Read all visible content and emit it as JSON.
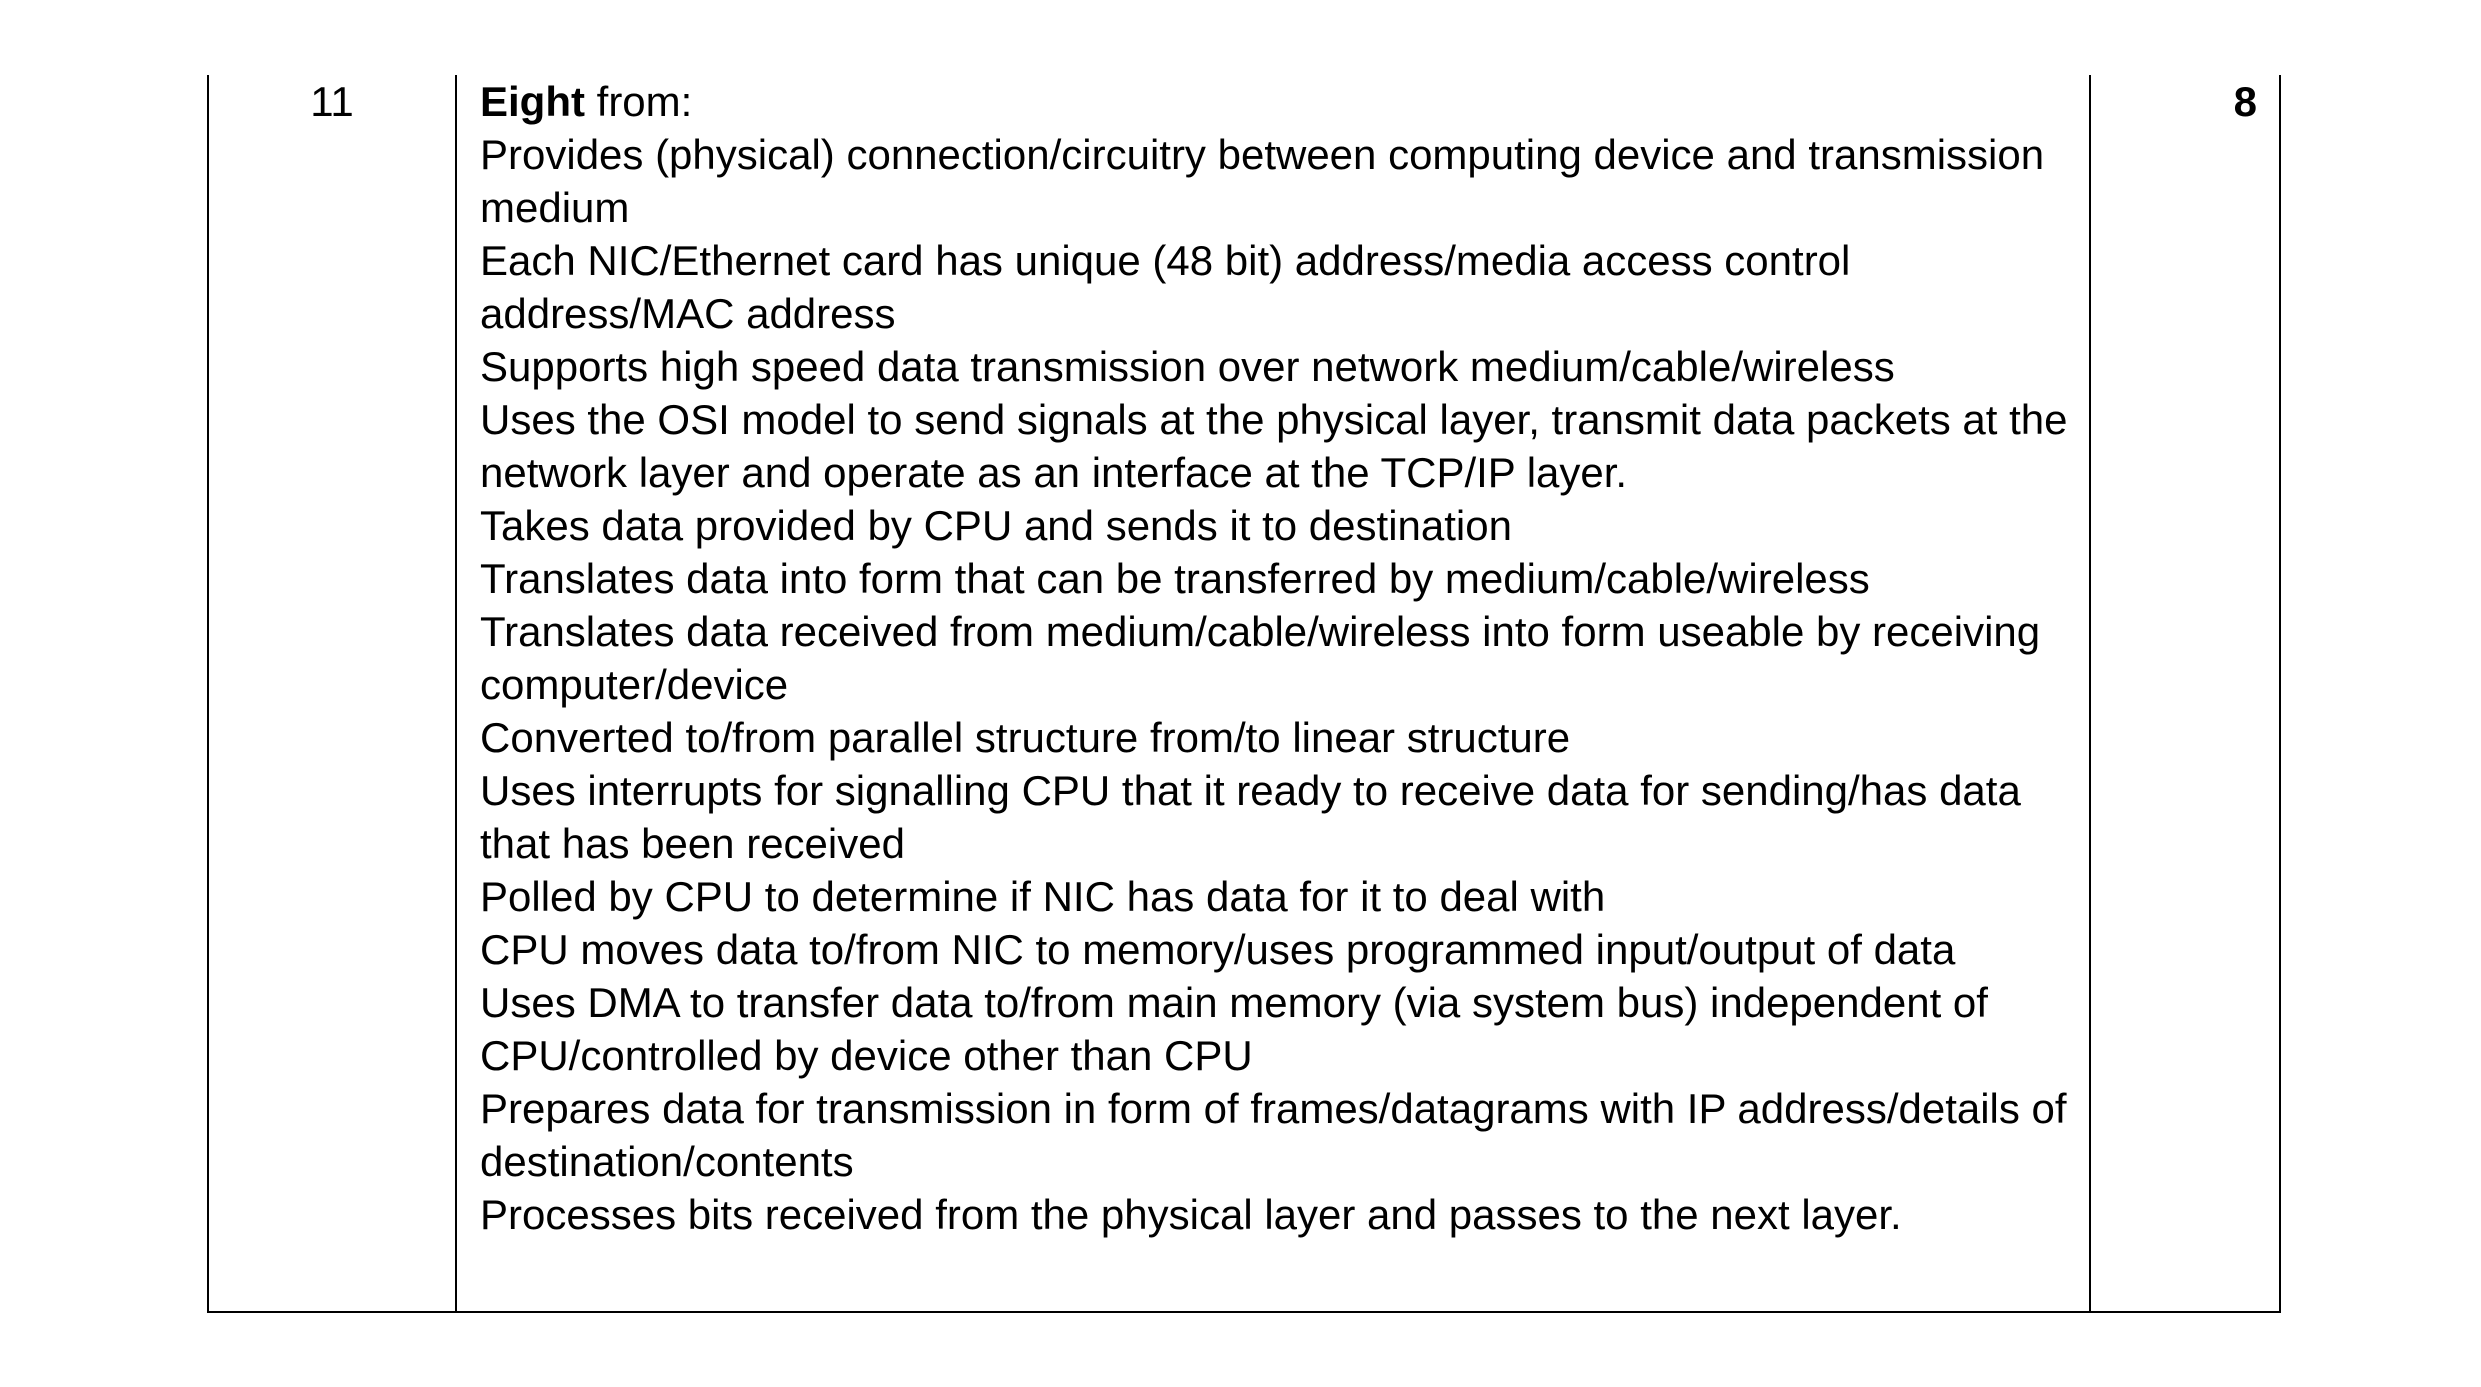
{
  "question": {
    "number": "11",
    "intro_bold": "Eight",
    "intro_rest": " from:",
    "points": [
      "Provides (physical) connection/circuitry between computing device and transmission medium",
      "Each NIC/Ethernet card has unique (48 bit) address/media access control address/MAC address",
      "Supports high speed data transmission over network medium/cable/wireless",
      "Uses the OSI model to send signals at the physical layer, transmit data packets at the network layer and operate as an interface at the TCP/IP layer.",
      "Takes data provided by CPU and sends it to destination",
      "Translates data into form that can be transferred by medium/cable/wireless",
      "Translates data received from medium/cable/wireless into form useable by receiving computer/device",
      "Converted to/from parallel structure from/to linear structure",
      "Uses interrupts for signalling CPU that it ready to receive data for sending/has data that has been received",
      "Polled by CPU to determine if NIC has data for it to deal with",
      "CPU moves data to/from NIC to memory/uses programmed input/output of data",
      "Uses DMA to transfer data to/from main memory (via system bus) independent of CPU/controlled by device other than CPU",
      "Prepares data for transmission in form of frames/datagrams with IP address/details of destination/contents",
      "Processes bits received from the physical layer and passes to the next layer."
    ],
    "marks": "8"
  }
}
